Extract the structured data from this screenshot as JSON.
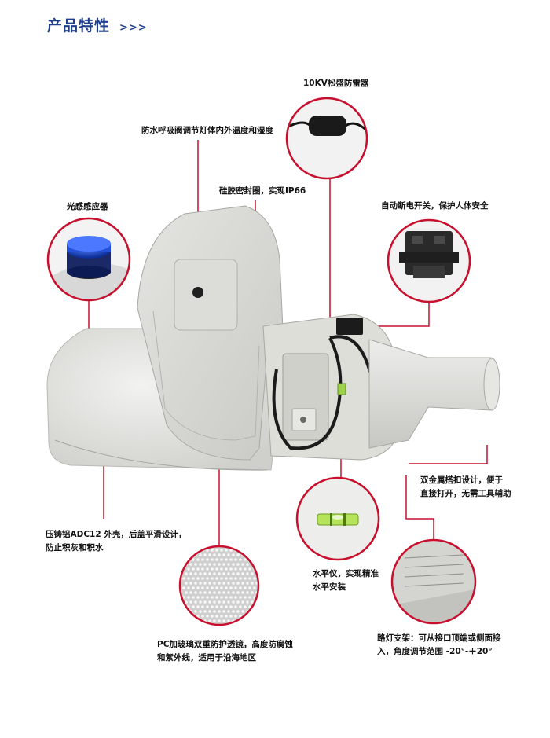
{
  "header": {
    "title": "产品特性",
    "arrows": ">>>"
  },
  "features": {
    "surge_protector": "10KV松盛防雷器",
    "breather_valve": "防水呼吸阀调节灯体内外温度和湿度",
    "silicone_seal": "硅胶密封圈，实现IP66",
    "light_sensor": "光感感应器",
    "auto_power_off": "自动断电开关，保护人体安全",
    "metal_clip": "双金属搭扣设计，便于\n直接打开，无需工具辅助",
    "aluminum_housing": "压铸铝ADC12 外壳，后盖平滑设计，\n防止积灰和积水",
    "level_gauge": "水平仪，实现精准\n水平安装",
    "pc_lens": "PC加玻璃双重防护透镜，高度防腐蚀\n和紫外线，适用于沿海地区",
    "bracket": "路灯支架：可从接口顶端或侧面接\n入，角度调节范围 -20°-＋20°"
  },
  "colors": {
    "accent_line": "#c8102e",
    "title_blue": "#1f3e8c"
  }
}
